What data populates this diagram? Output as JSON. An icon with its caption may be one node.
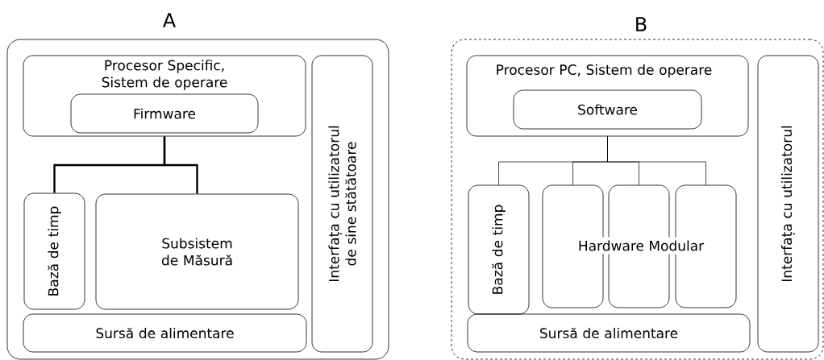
{
  "diagram": {
    "nodes": [
      {
        "text": [
          "A"
        ]
      },
      {
        "text": [
          "Procesor Specific, Sistem de operare"
        ],
        "in": 0
      },
      {
        "text": [
          "Firmware"
        ],
        "in": 1
      },
      {
        "text": [
          "Bază de timp"
        ],
        "in": 0
      },
      {
        "text": [
          "Subsistem de Măsură"
        ],
        "in": 0
      },
      {
        "text": [
          "Sursă de alimentare"
        ],
        "in": 0
      },
      {
        "text": [
          "Interfața cu utilizatorul de sine stătătoare"
        ],
        "in": 0
      },
      {
        "text": [
          "B"
        ]
      },
      {
        "text": [
          "Procesor PC, Sistem de operare"
        ],
        "in": 7
      },
      {
        "text": [
          "Software"
        ],
        "in": 8
      },
      {
        "text": [
          "Bază de timp"
        ],
        "in": 7
      },
      {
        "text": [],
        "shape": "box",
        "in": 7
      },
      {
        "text": [
          "Hardware Modular"
        ],
        "in": 7
      },
      {
        "text": [],
        "shape": "box",
        "in": 7
      },
      {
        "text": [
          "Sursă de alimentare"
        ],
        "in": 7
      },
      {
        "text": [
          "Interfața cu utilizatorul"
        ],
        "in": 7
      }
    ],
    "edges": [
      {
        "from": 1,
        "to": 3,
        "arrow": "none",
        "style": "thick"
      },
      {
        "from": 1,
        "to": 4,
        "arrow": "none",
        "style": "thick"
      },
      {
        "from": 8,
        "to": 10,
        "arrow": "none"
      },
      {
        "from": 8,
        "to": 11,
        "arrow": "none"
      },
      {
        "from": 8,
        "to": 12,
        "arrow": "none"
      },
      {
        "from": 8,
        "to": 13,
        "arrow": "none"
      }
    ]
  }
}
